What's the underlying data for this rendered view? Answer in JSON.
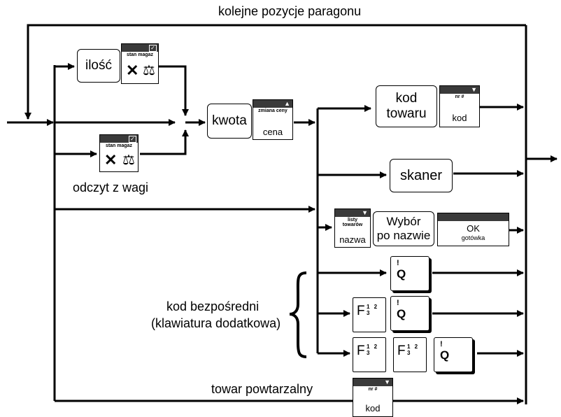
{
  "labels": {
    "top_loop": "kolejne pozycje paragonu",
    "weight_read": "odczyt z wagi",
    "direct_code_1": "kod bezpośredni",
    "direct_code_2": "(klawiatura dodatkowa)",
    "repeat_item": "towar powtarzalny"
  },
  "boxes": {
    "ilosc": "ilość",
    "kwota": "kwota",
    "kod_towaru_1": "kod",
    "kod_towaru_2": "towaru",
    "skaner": "skaner",
    "wybor_1": "Wybór",
    "wybor_2": "po nazwie"
  },
  "keys": {
    "stan_magaz": "stan magaz",
    "zmiana_ceny": "zmiana ceny",
    "cena": "cena",
    "nr": "nr #",
    "kod": "kod",
    "listy_towarow_1": "listy",
    "listy_towarow_2": "towarów",
    "nazwa": "nazwa",
    "ok": "OK",
    "gotowka": "gotówka",
    "f_letter": "F",
    "f_digits": "1 2 3",
    "excl": "!",
    "q": "Q"
  }
}
